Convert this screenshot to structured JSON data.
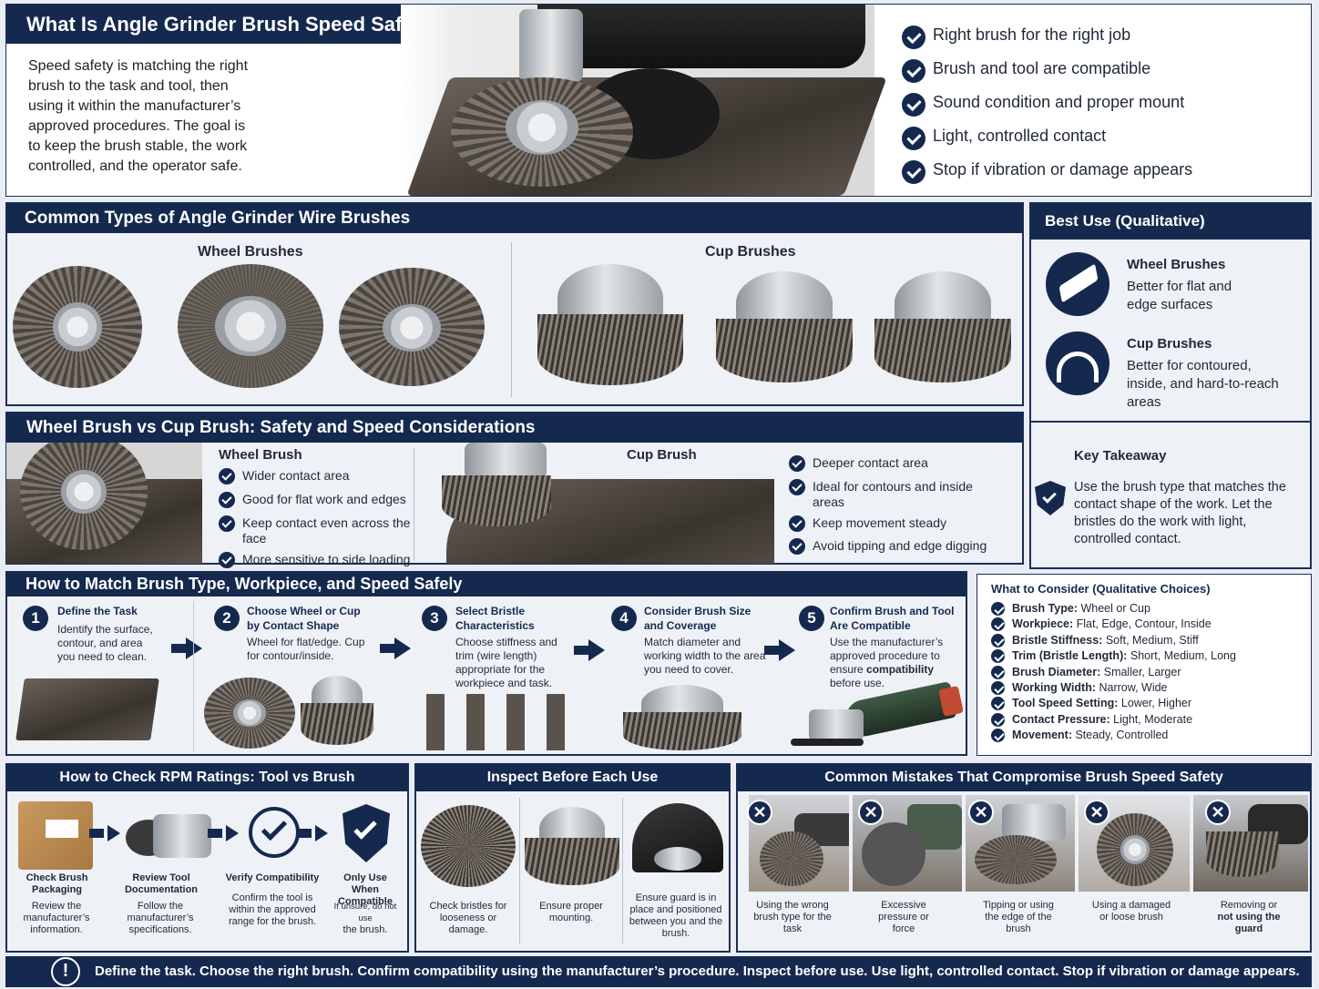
{
  "hero": {
    "title": "What Is Angle Grinder Brush Speed Safety?",
    "intro": "Speed safety is matching the right brush to the task and tool, then using it within the manufacturer’s approved procedures. The goal is to keep the brush stable, the work controlled, and the operator safe.",
    "checks": [
      "Right brush for the right job",
      "Brush and tool are compatible",
      "Sound condition and proper mount",
      "Light, controlled contact",
      "Stop if vibration or damage appears"
    ]
  },
  "types": {
    "title": "Common Types of Angle Grinder Wire Brushes",
    "wheel_label": "Wheel Brushes",
    "cup_label": "Cup Brushes"
  },
  "best_use": {
    "title": "Best Use (Qualitative)",
    "items": [
      {
        "name": "Wheel Brushes",
        "desc": "Better for flat and edge surfaces",
        "icon": "flat-block-icon"
      },
      {
        "name": "Cup Brushes",
        "desc": "Better for contoured, inside, and hard-to-reach areas",
        "icon": "curved-surface-icon"
      }
    ],
    "takeaway_title": "Key Takeaway",
    "takeaway_text": "Use the brush type that matches the contact shape of the work. Let the bristles do the work with light, controlled contact."
  },
  "vs": {
    "title": "Wheel Brush vs Cup Brush: Safety and Speed Considerations",
    "wheel_title": "Wheel Brush",
    "wheel_items": [
      "Wider contact area",
      "Good for flat work and edges",
      "Keep contact even across the face",
      "More sensitive to side loading"
    ],
    "cup_title": "Cup Brush",
    "cup_items": [
      "Deeper contact area",
      "Ideal for contours and inside areas",
      "Keep movement steady",
      "Avoid tipping and edge digging"
    ]
  },
  "match": {
    "title": "How to Match Brush Type, Workpiece, and Speed Safely",
    "steps": [
      {
        "n": "1",
        "title": "Define the Task",
        "text": "Identify the surface, contour, and area you need to clean."
      },
      {
        "n": "2",
        "title": "Choose Wheel or Cup by Contact Shape",
        "text": "Wheel for flat/edge. Cup for contour/inside."
      },
      {
        "n": "3",
        "title": "Select Bristle Characteristics",
        "text": "Choose stiffness and trim (wire length) appropriate for the workpiece and task."
      },
      {
        "n": "4",
        "title": "Consider Brush Size and Coverage",
        "text": "Match diameter and working width to the area you need to cover."
      },
      {
        "n": "5",
        "title": "Confirm Brush and Tool Are Compatible",
        "text_a": "Use the manufacturer’s approved procedure to ensure",
        "text_b": "compatibility",
        "text_c": "before use."
      }
    ]
  },
  "consider": {
    "title": "What to Consider (Qualitative Choices)",
    "items": [
      {
        "k": "Brush Type:",
        "v": "Wheel or Cup"
      },
      {
        "k": "Workpiece:",
        "v": "Flat, Edge, Contour, Inside"
      },
      {
        "k": "Bristle Stiffness:",
        "v": "Soft, Medium, Stiff"
      },
      {
        "k": "Trim (Bristle Length):",
        "v": "Short, Medium, Long"
      },
      {
        "k": "Brush Diameter:",
        "v": "Smaller, Larger"
      },
      {
        "k": "Working Width:",
        "v": "Narrow, Wide"
      },
      {
        "k": "Tool Speed Setting:",
        "v": "Lower, Higher"
      },
      {
        "k": "Contact Pressure:",
        "v": "Light, Moderate"
      },
      {
        "k": "Movement:",
        "v": "Steady, Controlled"
      }
    ]
  },
  "rpm": {
    "title": "How to Check RPM Ratings: Tool vs Brush",
    "steps": [
      {
        "t": "Check Brush Packaging",
        "d": "Review the manufacturer’s information."
      },
      {
        "t": "Review Tool Documentation",
        "d": "Follow the manufacturer’s specifications."
      },
      {
        "t": "Verify Compatibility",
        "d": "Confirm the tool is within the approved range for the brush."
      },
      {
        "t": "Only Use When Compatible",
        "d1": "If unsure, do not use",
        "d2": "the brush."
      }
    ]
  },
  "inspect": {
    "title": "Inspect Before Each Use",
    "items": [
      "Check bristles for looseness or damage.",
      "Ensure proper mounting.",
      "Ensure guard is in place and positioned between you and the brush."
    ]
  },
  "mistakes": {
    "title": "Common Mistakes That Compromise Brush Speed Safety",
    "items": [
      {
        "text": "Using the wrong brush type for the task"
      },
      {
        "text": "Excessive pressure or force"
      },
      {
        "text": "Tipping or using the edge of the brush"
      },
      {
        "text": "Using a damaged or loose brush"
      },
      {
        "text_a": "Removing or",
        "text_b": "not using the guard"
      }
    ],
    "x": "✕"
  },
  "footer": {
    "text": "Define the task. Choose the right brush. Confirm compatibility using the manufacturer’s procedure. Inspect before use. Use light, controlled contact. Stop if vibration or damage appears.",
    "icon": "!"
  }
}
